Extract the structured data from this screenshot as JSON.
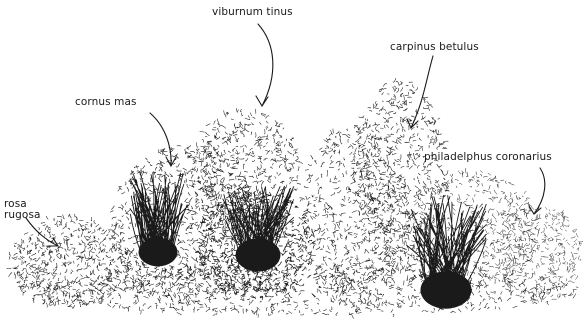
{
  "labels": {
    "viburnum": "viburnum tinus",
    "carpinus": "carpinus betulus",
    "cornus": "cornus mas",
    "philadelphus": "philadelphus coronarius",
    "rosa_line1": "rosa",
    "rosa_line2": "rugosa"
  },
  "colors": {
    "ink": "#1a1a1a",
    "background": "#ffffff"
  }
}
